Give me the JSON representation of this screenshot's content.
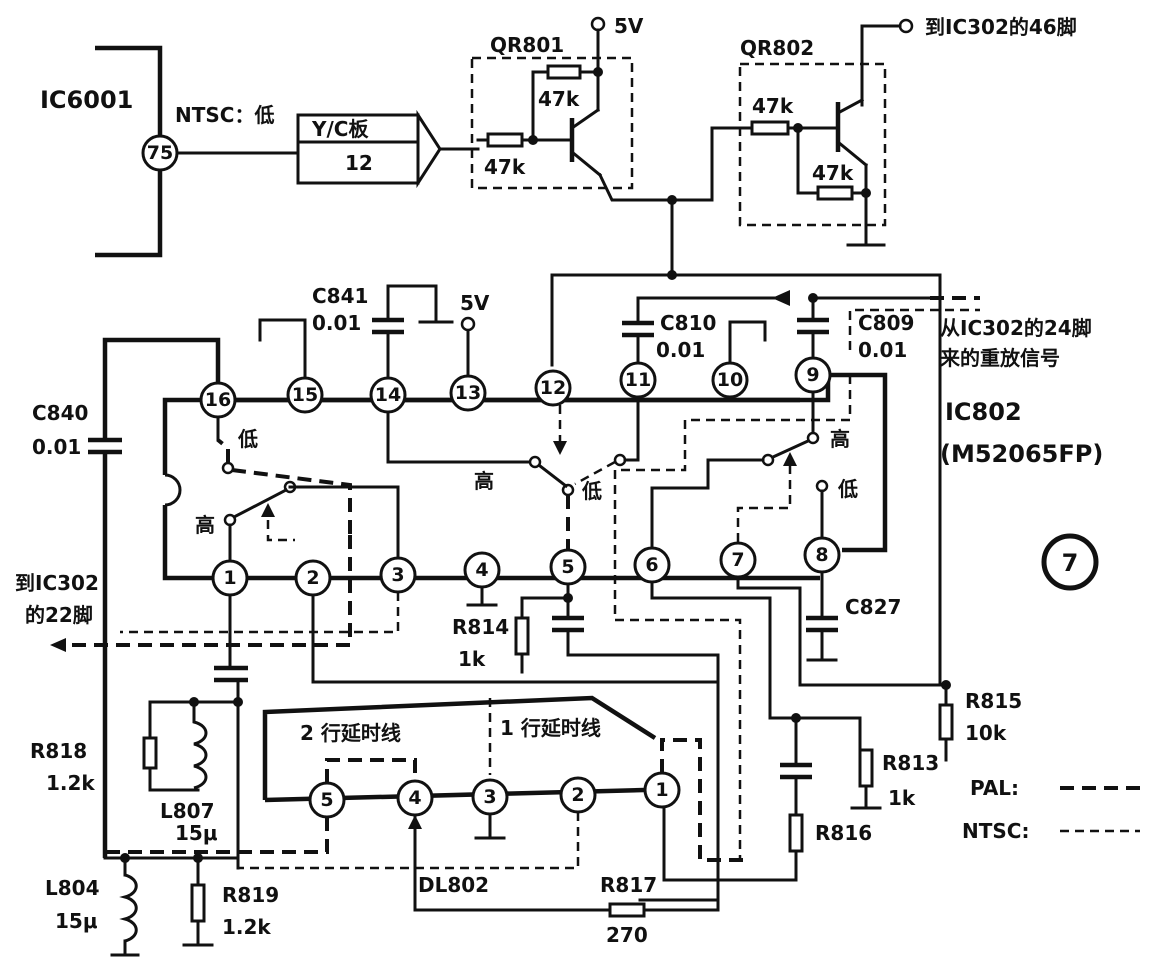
{
  "ic6001": {
    "name": "IC6001",
    "pin": "75",
    "ntsc_note": "NTSC：低"
  },
  "yc_board": {
    "name": "Y/C板",
    "pin": "12"
  },
  "qr801": {
    "name": "QR801",
    "r_top": "47k",
    "r_base": "47k",
    "supply": "5V"
  },
  "qr802": {
    "name": "QR802",
    "r_base": "47k",
    "r_be": "47k",
    "out": "到IC302的46脚"
  },
  "c841": {
    "name": "C841",
    "value": "0.01"
  },
  "c810": {
    "name": "C810",
    "value": "0.01"
  },
  "c809": {
    "name": "C809",
    "value": "0.01"
  },
  "c840": {
    "name": "C840",
    "value": "0.01"
  },
  "vcc13": "5V",
  "playback_signal": [
    "从IC302的24脚",
    "来的重放信号"
  ],
  "ic802": {
    "name": "IC802",
    "part": "(M52065FP)"
  },
  "top_pins": [
    "16",
    "15",
    "14",
    "13",
    "12",
    "11",
    "10",
    "9"
  ],
  "bottom_pins": [
    "1",
    "2",
    "3",
    "4",
    "5",
    "6",
    "7",
    "8"
  ],
  "switch_labels": {
    "low": "低",
    "high": "高"
  },
  "to_ic302_22": [
    "到IC302",
    "的22脚"
  ],
  "r814": {
    "name": "R814",
    "value": "1k"
  },
  "c827": "C827",
  "r815": {
    "name": "R815",
    "value": "10k"
  },
  "r813": {
    "name": "R813",
    "value": "1k"
  },
  "r816": "R816",
  "r817": {
    "name": "R817",
    "value": "270"
  },
  "r818": {
    "name": "R818",
    "value": "1.2k"
  },
  "r819": {
    "name": "R819",
    "value": "1.2k"
  },
  "l807": {
    "name": "L807",
    "value": "15μ"
  },
  "l804": {
    "name": "L804",
    "value": "15μ"
  },
  "dl802": {
    "name": "DL802",
    "pins": [
      "5",
      "4",
      "3",
      "2",
      "1"
    ],
    "line2": "2 行延时线",
    "line1": "1 行延时线"
  },
  "legend": {
    "pal": "PAL:",
    "ntsc": "NTSC:"
  },
  "figure_number": "7"
}
